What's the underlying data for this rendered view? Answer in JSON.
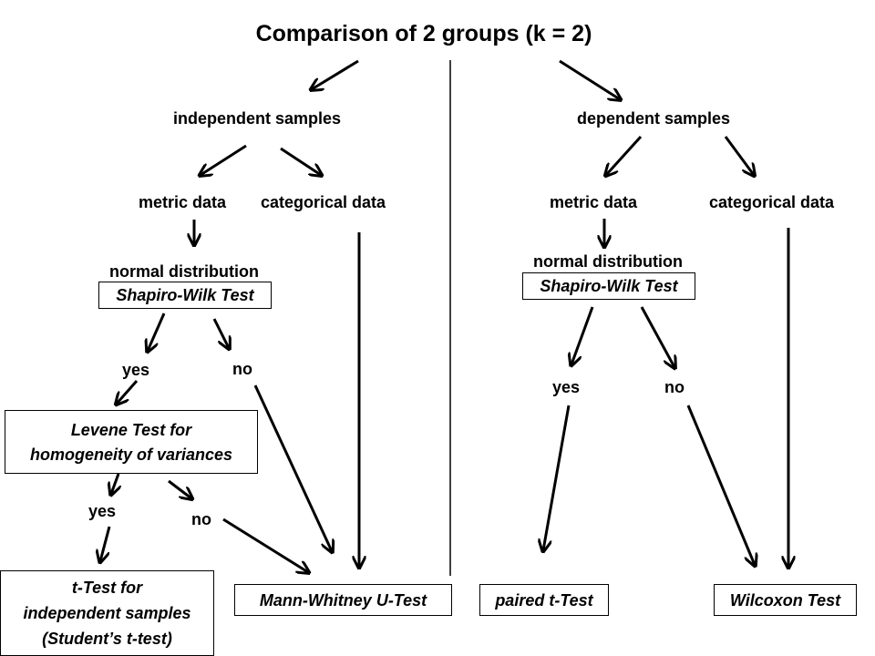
{
  "title": "Comparison of 2 groups (k = 2)",
  "branches": {
    "independent": {
      "label": "independent samples",
      "metric": "metric data",
      "categorical": "categorical data",
      "normal_distribution": "normal distribution",
      "normality_test": "Shapiro-Wilk Test",
      "yes": "yes",
      "no": "no",
      "levene_line1": "Levene Test for",
      "levene_line2": "homogeneity of variances",
      "levene_yes": "yes",
      "levene_no": "no",
      "ttest_line1": "t-Test for",
      "ttest_line2": "independent samples",
      "ttest_line3": "(Student’s t-test)",
      "mann_whitney": "Mann-Whitney U-Test"
    },
    "dependent": {
      "label": "dependent samples",
      "metric": "metric data",
      "categorical": "categorical data",
      "normal_distribution": "normal distribution",
      "normality_test": "Shapiro-Wilk Test",
      "yes": "yes",
      "no": "no",
      "paired_ttest": "paired t-Test",
      "wilcoxon": "Wilcoxon Test"
    }
  },
  "colors": {
    "ink": "#000000",
    "background": "#ffffff"
  }
}
